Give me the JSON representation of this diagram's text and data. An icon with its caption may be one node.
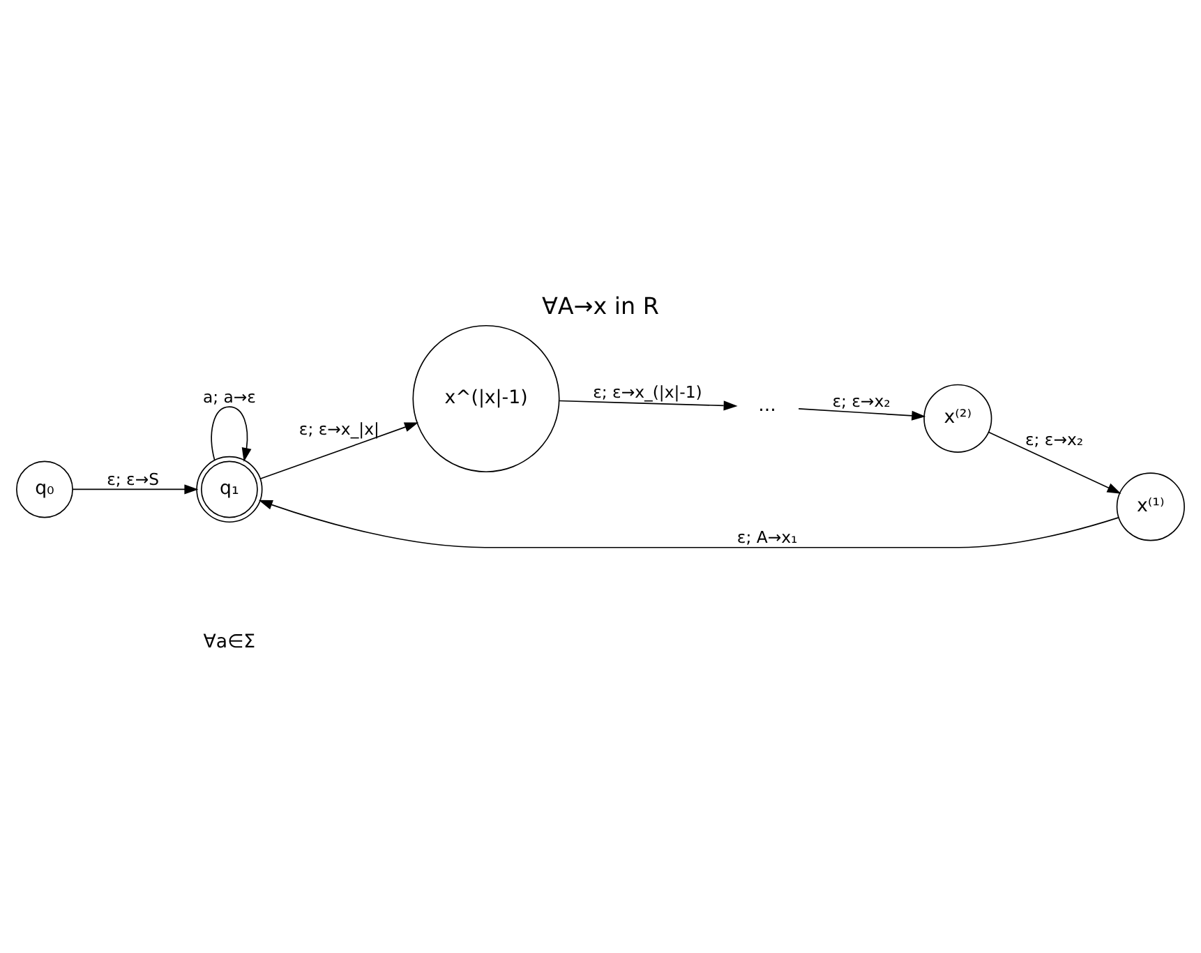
{
  "diagram": {
    "title": "∀A→x in R",
    "nodes": [
      {
        "text": [
          "q₀"
        ]
      },
      {
        "text": [
          "q₁"
        ]
      },
      {
        "text": [
          "x^(|x|-1)"
        ]
      },
      {
        "text": [
          "..."
        ]
      },
      {
        "text": [
          "x⁽²⁾"
        ]
      },
      {
        "text": [
          "x⁽¹⁾"
        ]
      }
    ],
    "edges": [
      {
        "from": 0,
        "to": 1,
        "arrow": "to",
        "label": "ε; ε→S"
      },
      {
        "from": 1,
        "to": 1,
        "arrow": "to",
        "label": "a; a→ε"
      },
      {
        "from": 1,
        "to": 2,
        "arrow": "to",
        "label": "ε; ε→x_|x|"
      },
      {
        "from": 2,
        "to": 3,
        "arrow": "to",
        "label": "ε; ε→x_(|x|-1)"
      },
      {
        "from": 3,
        "to": 4,
        "arrow": "to",
        "label": "ε; ε→x₂"
      },
      {
        "from": 4,
        "to": 5,
        "arrow": "to",
        "label": "ε; ε→x₂"
      },
      {
        "from": 5,
        "to": 1,
        "arrow": "to",
        "label": "ε; A→x₁"
      }
    ],
    "labels": [
      "∀a∈Σ"
    ]
  }
}
